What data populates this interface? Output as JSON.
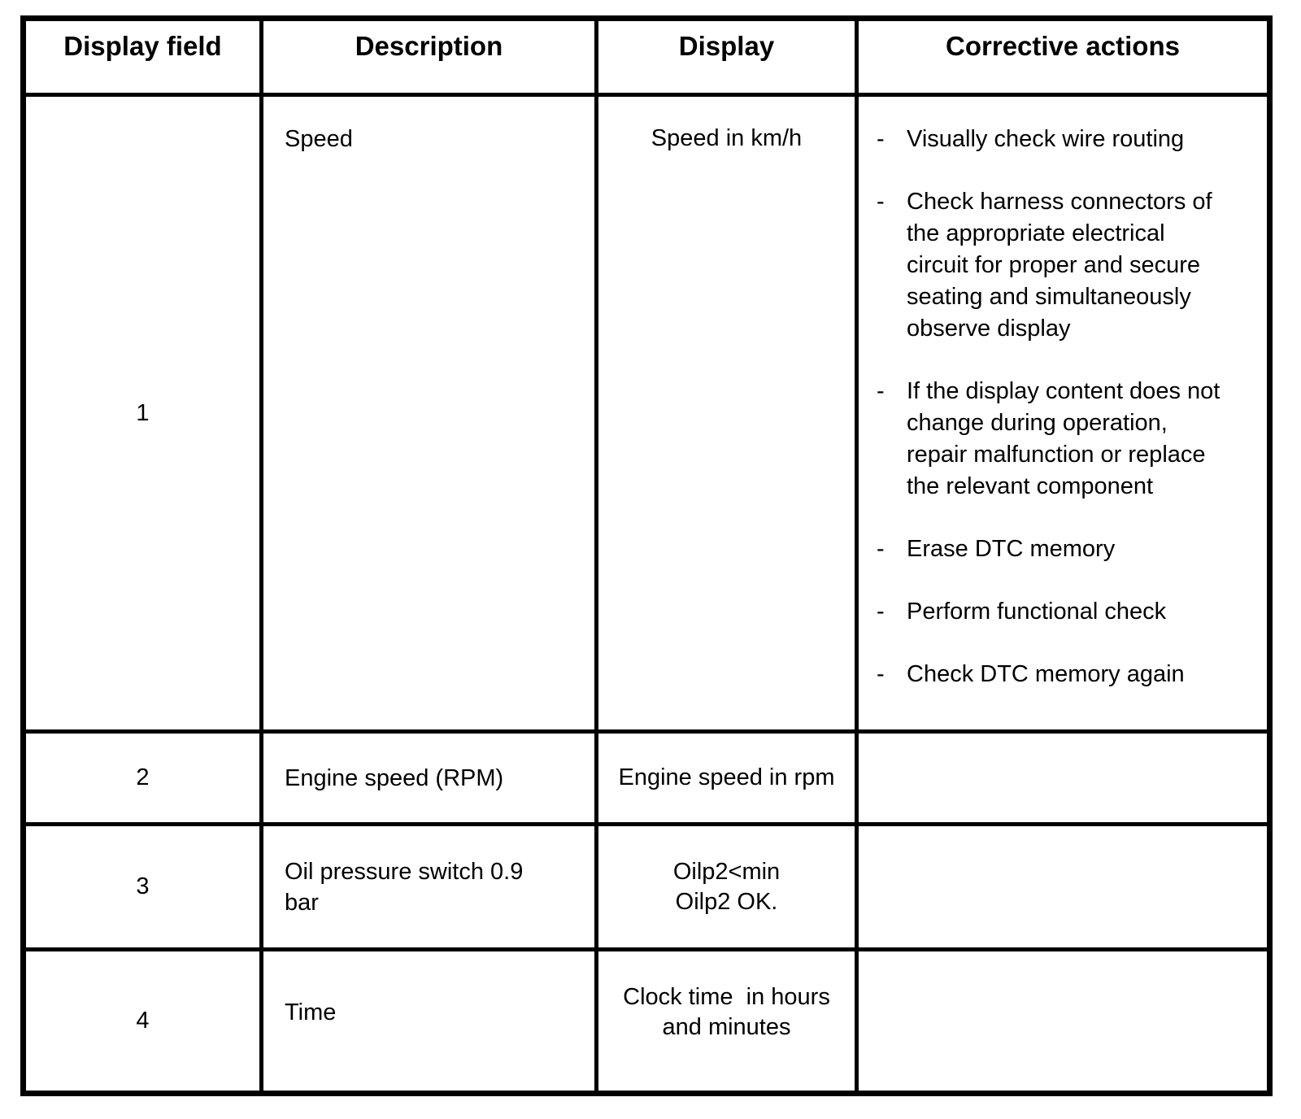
{
  "table": {
    "bullet_char": "-",
    "headers": [
      "Display field",
      "Description",
      "Display",
      "Corrective actions"
    ],
    "rows": [
      {
        "field": "1",
        "description": "Speed",
        "display_lines": [
          "Speed in km/h"
        ],
        "corrective_actions": [
          "Visually check wire routing",
          "Check harness connectors of the appropriate electrical circuit for proper and secure seating and simultaneously observe display",
          "If the display content does not change during operation, repair malfunction or replace the relevant component",
          "Erase DTC memory",
          "Perform functional check",
          "Check DTC memory again"
        ]
      },
      {
        "field": "2",
        "description": "Engine speed (RPM)",
        "display_lines": [
          "Engine speed in rpm"
        ],
        "corrective_actions": []
      },
      {
        "field": "3",
        "description": "Oil pressure switch 0.9 bar",
        "display_lines": [
          "Oilp2<min",
          "Oilp2 OK."
        ],
        "corrective_actions": []
      },
      {
        "field": "4",
        "description": "Time",
        "display_lines": [
          "Clock time  in hours",
          "and minutes"
        ],
        "corrective_actions": []
      }
    ]
  }
}
